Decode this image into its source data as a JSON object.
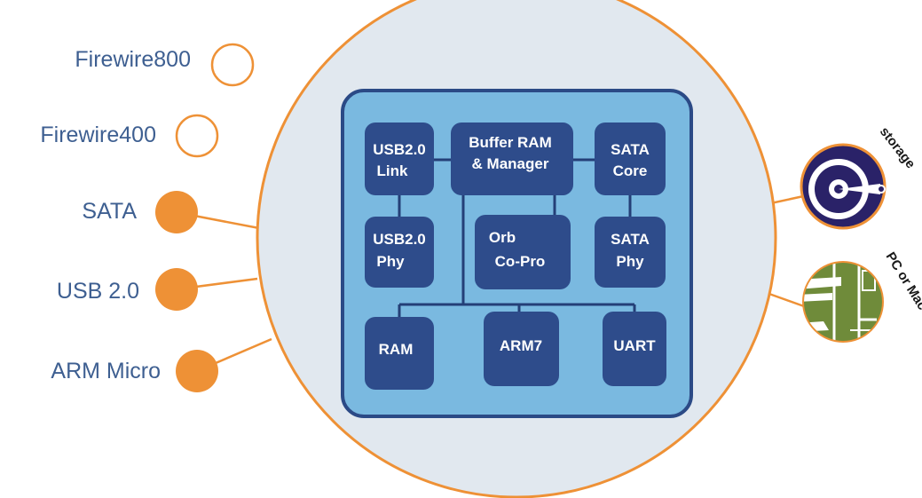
{
  "colors": {
    "accent_orange": "#ee9136",
    "label_text": "#3e5f91",
    "chip_fill": "#7ab9e0",
    "chip_border": "#2b4a86",
    "block_fill": "#2e4c8b",
    "bus_line": "#243f77",
    "soc_circle": "#e1e8ef",
    "storage_fill": "#2a2268",
    "pc_fill": "#6f8b3a"
  },
  "interfaces": [
    {
      "label": "Firewire800",
      "style": "outline"
    },
    {
      "label": "Firewire400",
      "style": "outline"
    },
    {
      "label": "SATA",
      "style": "filled"
    },
    {
      "label": "USB 2.0",
      "style": "filled"
    },
    {
      "label": "ARM Micro",
      "style": "filled"
    }
  ],
  "blocks": {
    "usb_link": [
      "USB2.0",
      "Link"
    ],
    "buffer_ram": [
      "Buffer RAM",
      "& Manager"
    ],
    "sata_core": [
      "SATA",
      "Core"
    ],
    "usb_phy": [
      "USB2.0",
      "Phy"
    ],
    "orb": [
      "Orb",
      "Co-Pro"
    ],
    "sata_phy": [
      "SATA",
      "Phy"
    ],
    "ram": [
      "RAM"
    ],
    "arm7": [
      "ARM7"
    ],
    "uart": [
      "UART"
    ]
  },
  "peripherals": {
    "storage": {
      "label": "storage",
      "icon": "hard-disk-icon"
    },
    "pc": {
      "label": "PC or Mac",
      "icon": "circuit-board-icon"
    }
  }
}
